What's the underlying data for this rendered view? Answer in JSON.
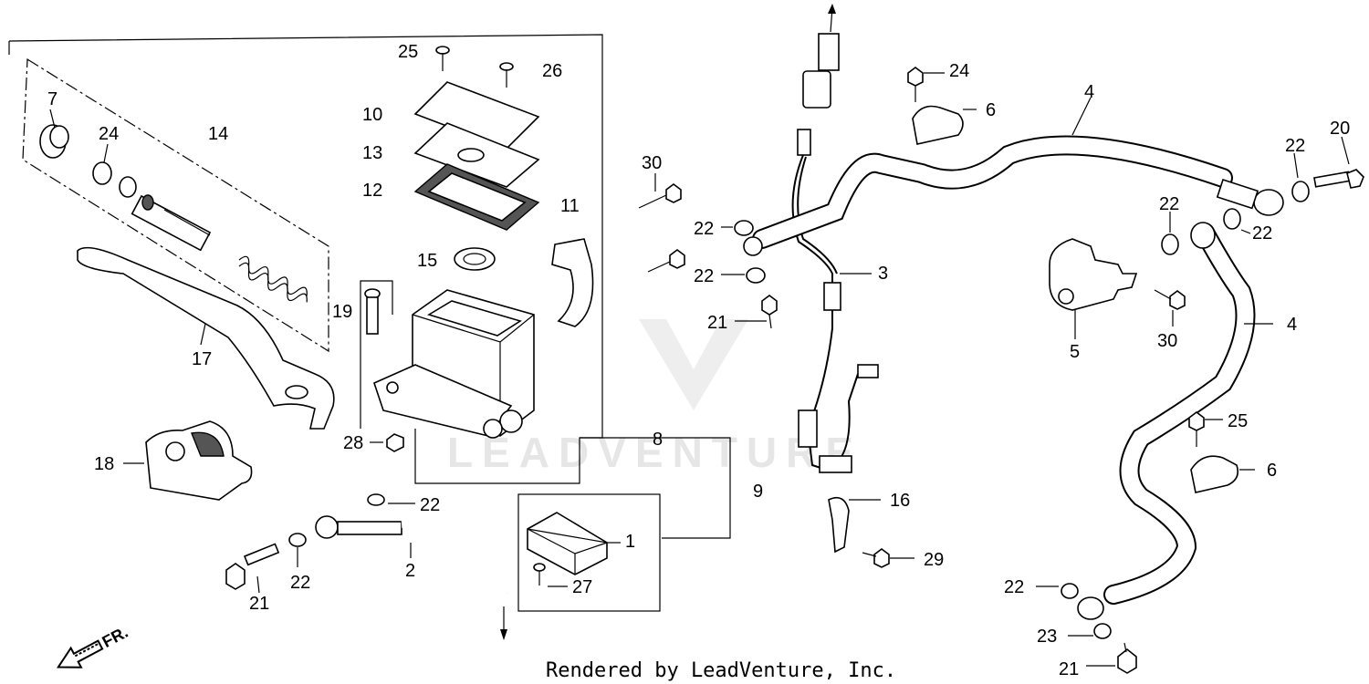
{
  "diagram": {
    "callouts": [
      "1",
      "2",
      "3",
      "4",
      "4",
      "5",
      "6",
      "6",
      "7",
      "8",
      "9",
      "10",
      "11",
      "12",
      "13",
      "14",
      "15",
      "16",
      "17",
      "18",
      "19",
      "20",
      "21",
      "21",
      "21",
      "22",
      "22",
      "22",
      "22",
      "22",
      "22",
      "22",
      "22",
      "23",
      "24",
      "24",
      "25",
      "25",
      "26",
      "27",
      "28",
      "29",
      "30",
      "30"
    ],
    "direction_label": "FR.",
    "watermark": "LEADVENTURE",
    "footer": "Rendered by LeadVenture, Inc."
  }
}
